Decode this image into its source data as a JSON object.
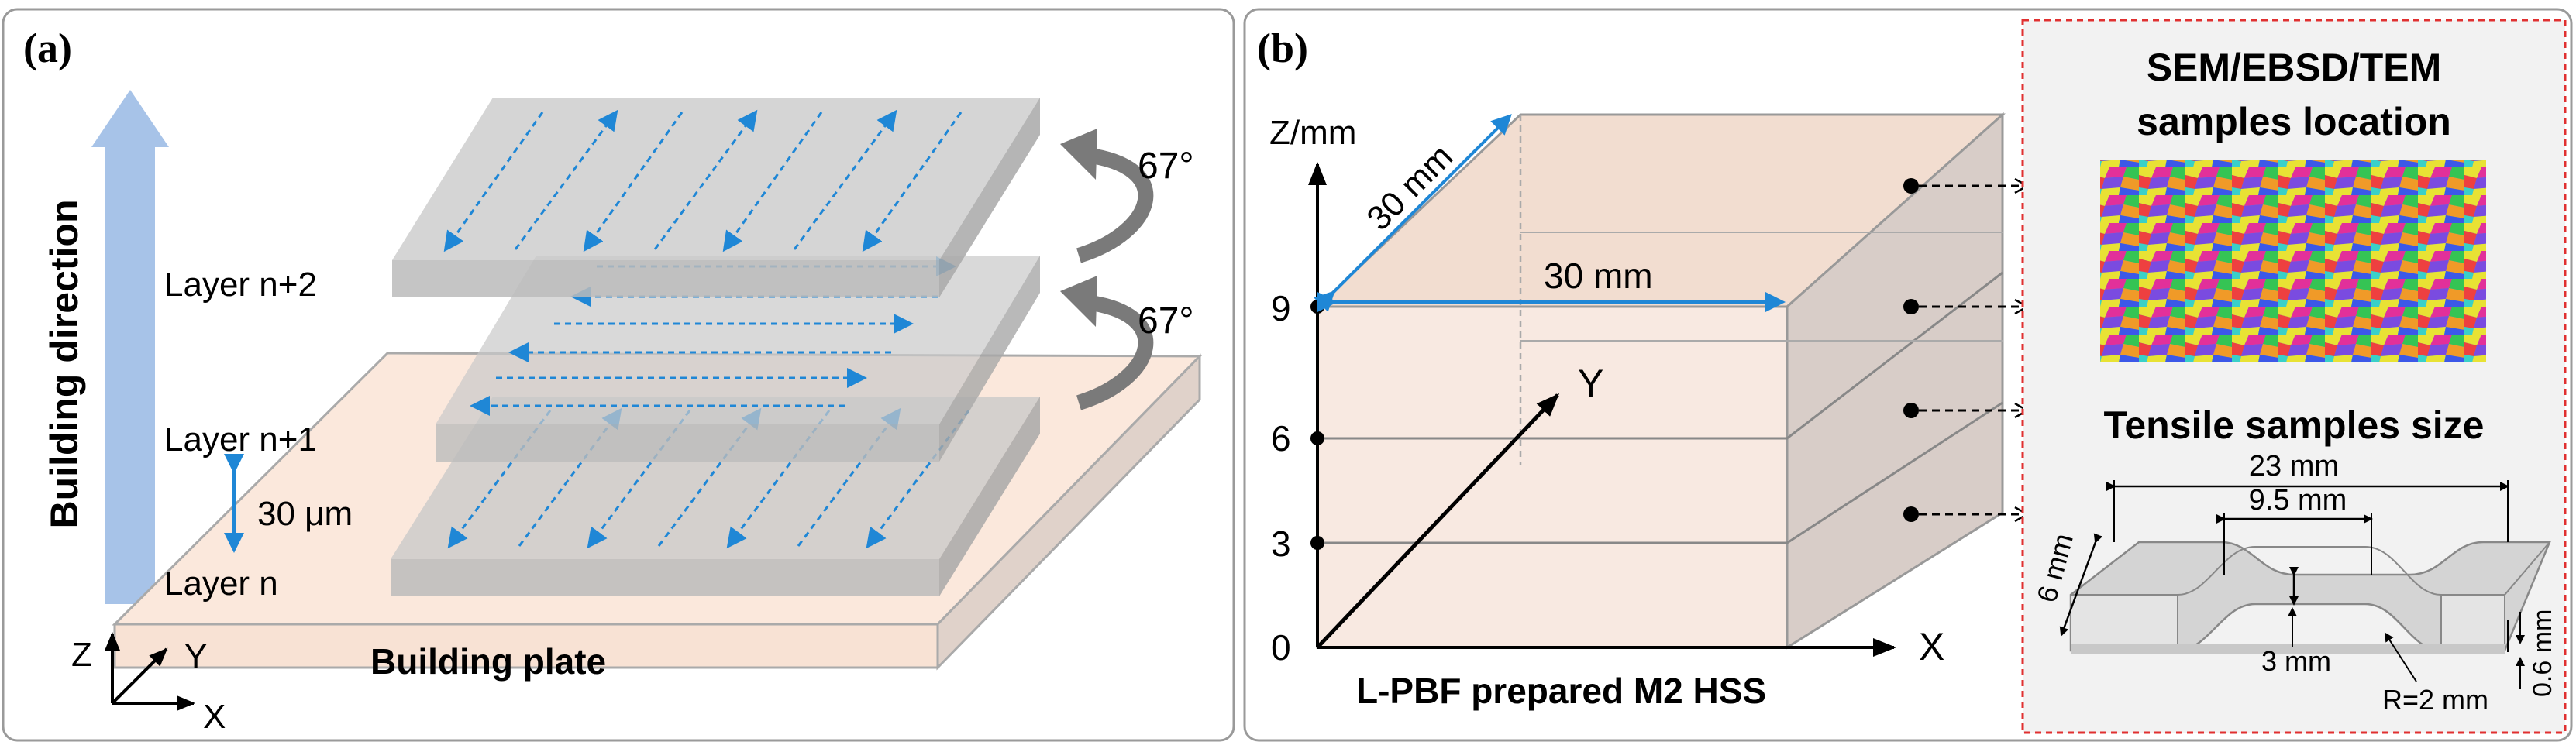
{
  "panel_a": {
    "letter": "(a)",
    "building_direction": "Building direction",
    "angle_top": "67°",
    "angle_bottom": "67°",
    "layer_top": "Layer n+2",
    "layer_mid": "Layer n+1",
    "layer_bottom": "Layer n",
    "spacing": "30 μm",
    "plate_label": "Building plate",
    "axis_z": "Z",
    "axis_y": "Y",
    "axis_x": "X",
    "colors": {
      "arrow": "#1f87d6",
      "plate": "#fbe8dc",
      "layer": "#cdcdcd",
      "direction": "#a7c3e8"
    }
  },
  "panel_b": {
    "letter": "(b)",
    "z_axis_label": "Z/mm",
    "z_ticks": [
      "0",
      "3",
      "6",
      "9"
    ],
    "depth_label": "30 mm",
    "width_label": "30 mm",
    "axis_y": "Y",
    "axis_x": "X",
    "caption": "L-PBF prepared M2 HSS",
    "sem_title_line1": "SEM/EBSD/TEM",
    "sem_title_line2": "samples location",
    "tensile_title": "Tensile samples size",
    "dim_total": "23 mm",
    "dim_gauge": "9.5 mm",
    "dim_grip_width": "6 mm",
    "dim_gauge_width": "3 mm",
    "dim_radius": "R=2 mm",
    "dim_thickness": "0.6 mm",
    "colors": {
      "block": "#f7e6dc",
      "inset_border": "#e03030",
      "inset_bg": "#f2f2f2"
    }
  }
}
